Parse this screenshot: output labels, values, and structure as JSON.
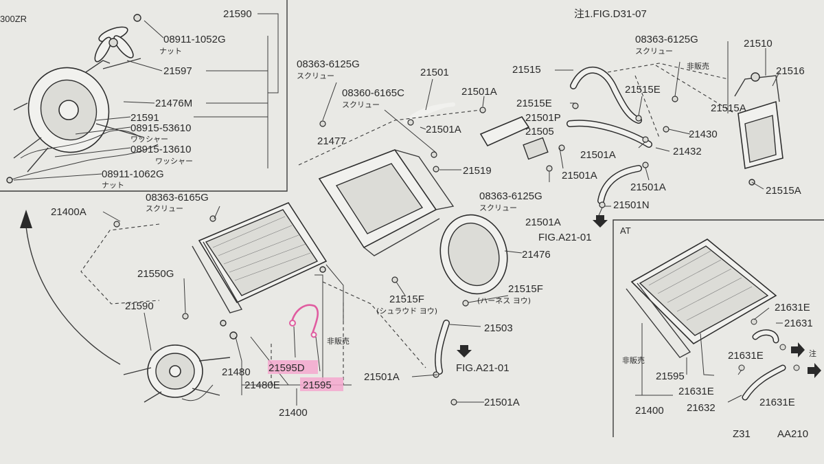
{
  "inset_top": {
    "corner_label": "300ZR",
    "labels": {
      "fan_group": "21590",
      "nut_1": "08911-1052G",
      "nut_1_jp": "ナット",
      "fan": "21597",
      "shroud": "21476M",
      "bracket": "21591",
      "washer_1": "08915-53610",
      "washer_1_jp": "ワッシャー",
      "washer_2": "08915-13610",
      "washer_2_jp": "ワッシャー",
      "nut_2": "08911-1062G",
      "nut_2_jp": "ナット"
    }
  },
  "inset_at": {
    "title": "AT",
    "labels": {
      "not_for_sale": "非販売",
      "p21595": "21595",
      "p21400": "21400",
      "p21631E_a": "21631E",
      "p21631": "21631",
      "p21631E_b": "21631E",
      "p21631E_c": "21631E",
      "p21632": "21632",
      "p21631E_d": "21631E",
      "note": "注"
    }
  },
  "header": {
    "note_ref": "注1.FIG.D31-07"
  },
  "main_labels": {
    "screw_1": "08363-6125G",
    "screw_1_jp": "スクリュー",
    "screw_2": "08360-6165C",
    "screw_2_jp": "スクリュー",
    "screw_3": "08363-6165G",
    "screw_3_jp": "スクリュー",
    "screw_4": "08363-6125G",
    "screw_4_jp": "スクリュー",
    "screw_5": "08363-6125G",
    "screw_5_jp": "スクリュー",
    "p21501": "21501",
    "p21501A_1": "21501A",
    "p21501A_2": "21501A",
    "p21477": "21477",
    "p21519": "21519",
    "p21515": "21515",
    "p21515E_1": "21515E",
    "p21515E_2": "21515E",
    "p21501P": "21501P",
    "p21505": "21505",
    "p21501A_3": "21501A",
    "p21430": "21430",
    "p21432": "21432",
    "p21501A_4": "21501A",
    "p21501A_5": "21501A",
    "p21501N": "21501N",
    "p21501A_6": "21501A",
    "fig_ref_1": "FIG.A21-01",
    "p21510": "21510",
    "p21516": "21516",
    "p21515A_1": "21515A",
    "p21515A_2": "21515A",
    "not_for_sale_top": "非販売",
    "p21400A": "21400A",
    "p21550G": "21550G",
    "p21590": "21590",
    "p21476": "21476",
    "p21515F_1": "21515F",
    "p21515F_1_jp": "(シュラウド ヨウ)",
    "p21515F_2": "21515F",
    "p21515F_2_jp": "(ハーネス ヨウ)",
    "p21503": "21503",
    "p21501A_7": "21501A",
    "fig_ref_2": "FIG.A21-01",
    "p21501A_8": "21501A",
    "p21480": "21480",
    "p21480E": "21480E",
    "p21595D": "21595D",
    "p21595": "21595",
    "not_for_sale_mid": "非販売",
    "p21400": "21400"
  },
  "footer": {
    "model": "Z31",
    "code": "AA210"
  }
}
